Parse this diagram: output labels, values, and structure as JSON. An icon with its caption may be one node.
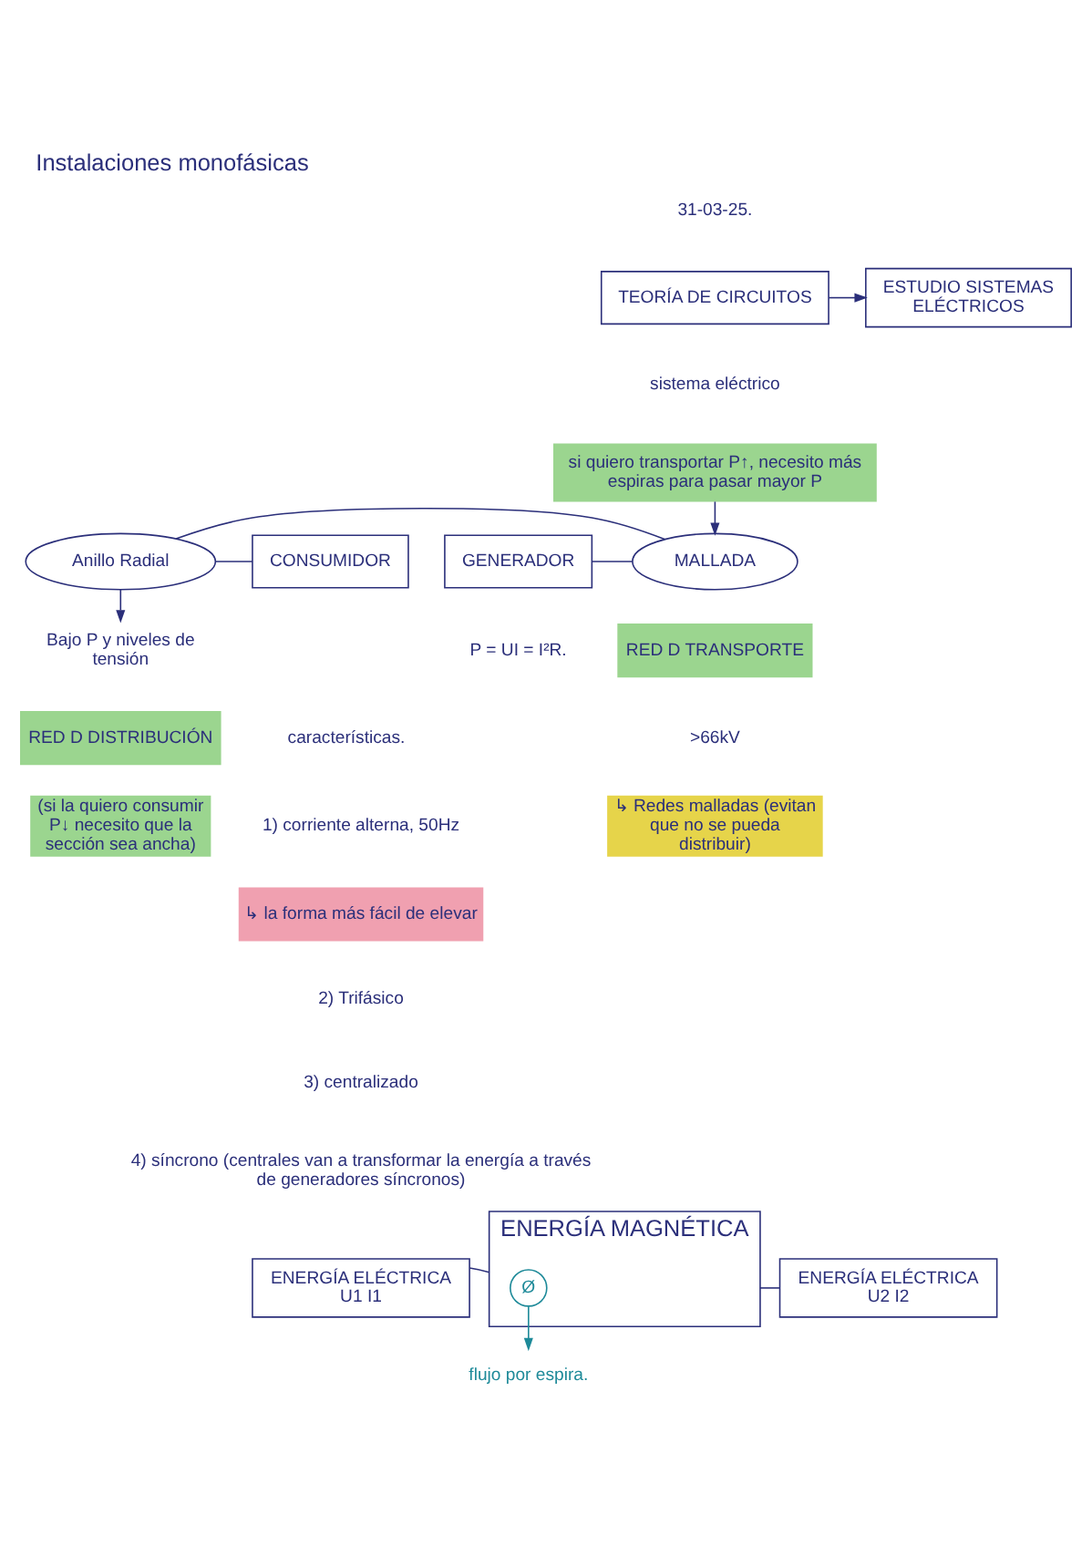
{
  "diagram": {
    "title": "Instalaciones monofásicas",
    "nodes": [
      {
        "text": [
          "TEORÍA DE CIRCUITOS"
        ]
      },
      {
        "text": [
          "ESTUDIO SISTEMAS ELÉCTRICOS"
        ]
      },
      {
        "text": [
          "si quiero transportar P↑, necesito más espiras para pasar mayor P"
        ]
      },
      {
        "text": [
          "GENERADOR"
        ]
      },
      {
        "text": [
          "MALLADA"
        ],
        "beside": [
          "RED D TRANSPORTE",
          ">66kV",
          "↳ Redes malladas (evitan que no se pueda distribuir)"
        ]
      },
      {
        "text": [
          "Anillo Radial"
        ]
      },
      {
        "text": [
          "CONSUMIDOR"
        ]
      },
      {
        "text": [
          "Bajo P y niveles de tensión"
        ],
        "beside": [
          "RED D DISTRIBUCIÓN",
          "(si la quiero consumir P↓ necesito que la sección sea ancha)"
        ]
      },
      {
        "text": [
          "ENERGÍA ELÉCTRICA",
          "U1 I1"
        ]
      },
      {
        "text": [
          "ENERGÍA MAGNÉTICA"
        ]
      },
      {
        "text": [
          "Ø"
        ],
        "in": 9
      },
      {
        "text": [
          "ENERGÍA ELÉCTRICA",
          "U2 I2"
        ]
      },
      {
        "text": [
          "flujo por espira."
        ]
      }
    ],
    "edges": [
      {
        "from": 0,
        "to": 1,
        "arrow": "to"
      },
      {
        "from": 2,
        "to": 4,
        "arrow": "to"
      },
      {
        "from": 3,
        "to": 4,
        "arrow": "none"
      },
      {
        "from": 4,
        "to": 5,
        "arrow": "none"
      },
      {
        "from": 5,
        "to": 6,
        "arrow": "none"
      },
      {
        "from": 5,
        "to": 7,
        "arrow": "to"
      },
      {
        "from": 8,
        "to": 9,
        "arrow": "none"
      },
      {
        "from": 9,
        "to": 11,
        "arrow": "none"
      },
      {
        "from": 10,
        "to": 12,
        "arrow": "to",
        "color": "#1e8a99"
      }
    ],
    "labels": [
      "31-03-25.",
      "sistema eléctrico",
      "P = UI = I²R.",
      "características.",
      "1) corriente alterna, 50Hz",
      "↳ la forma más fácil de elevar",
      "2) Trifásico",
      "3) centralizado",
      "4) síncrono (centrales van a transformar la energía a través de generadores síncronos)"
    ]
  }
}
